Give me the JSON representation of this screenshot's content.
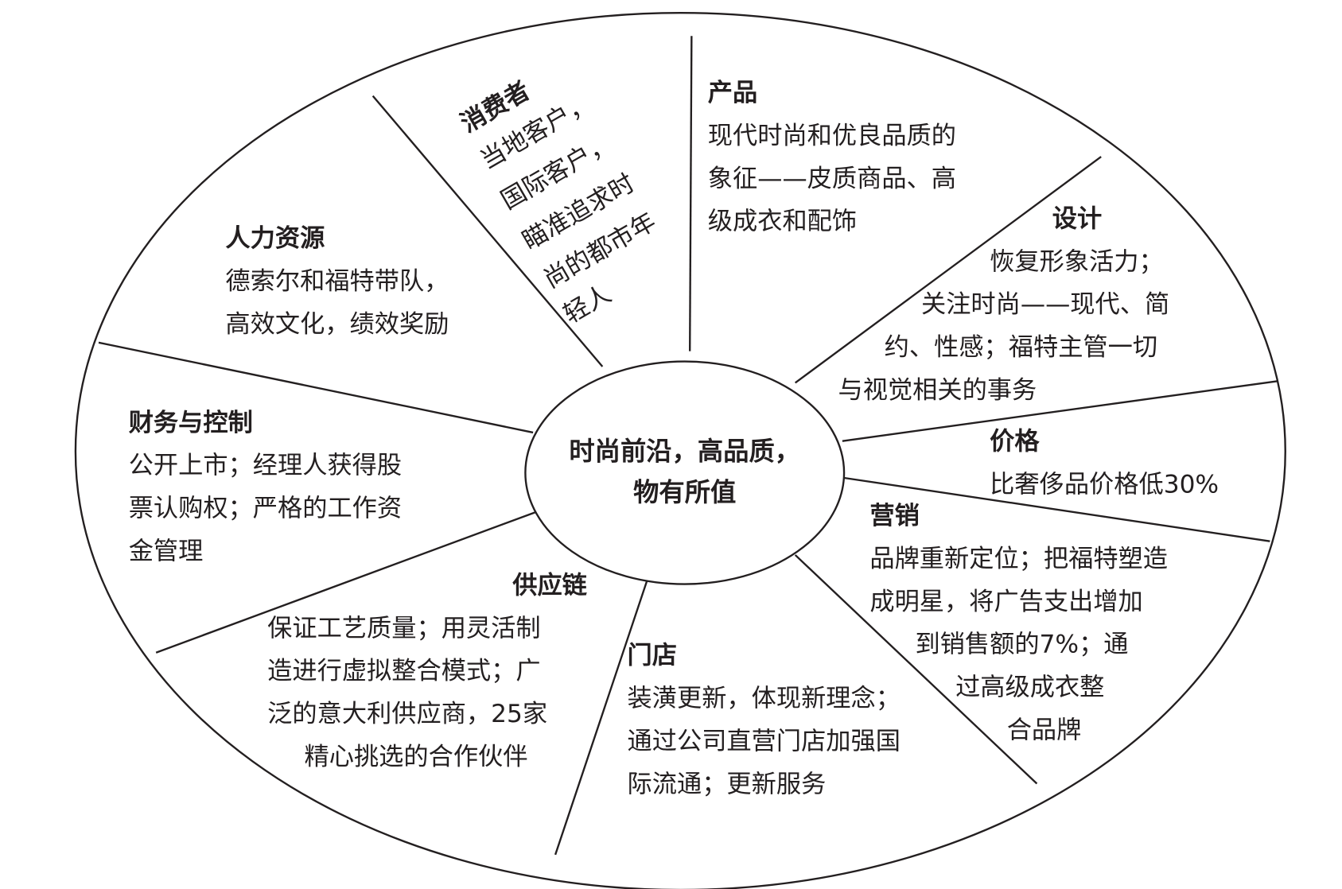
{
  "center": {
    "lines": [
      "时尚前沿，高品质，",
      "物有所值"
    ]
  },
  "segments": {
    "consumer": {
      "title": "消费者",
      "lines": [
        "当地客户，",
        "国际客户，",
        "瞄准追求时",
        "尚的都市年",
        "轻人"
      ]
    },
    "product": {
      "title": "产品",
      "lines": [
        "现代时尚和优良品质的",
        "象征——皮质商品、高",
        "级成衣和配饰"
      ]
    },
    "design": {
      "title": "设计",
      "lines": [
        "恢复形象活力；",
        "关注时尚——现代、简",
        "约、性感；福特主管一切",
        "与视觉相关的事务"
      ]
    },
    "price": {
      "title": "价格",
      "lines": [
        "比奢侈品价格低30%"
      ]
    },
    "marketing": {
      "title": "营销",
      "lines": [
        "品牌重新定位；把福特塑造",
        "成明星，将广告支出增加",
        "到销售额的7%；通",
        "过高级成衣整",
        "合品牌"
      ]
    },
    "stores": {
      "title": "门店",
      "lines": [
        "装潢更新，体现新理念；",
        "通过公司直营门店加强国",
        "际流通；更新服务"
      ]
    },
    "supply_chain": {
      "title": "供应链",
      "lines": [
        "保证工艺质量；用灵活制",
        "造进行虚拟整合模式；广",
        "泛的意大利供应商，25家",
        "精心挑选的合作伙伴"
      ]
    },
    "finance": {
      "title": "财务与控制",
      "lines": [
        "公开上市；经理人获得股",
        "票认购权；严格的工作资",
        "金管理"
      ]
    },
    "hr": {
      "title": "人力资源",
      "lines": [
        "德索尔和福特带队，",
        "高效文化，绩效奖励"
      ]
    }
  }
}
